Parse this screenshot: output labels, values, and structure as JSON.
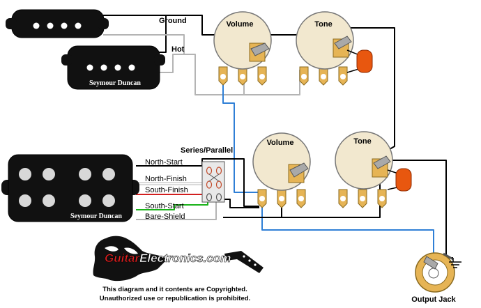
{
  "labels": {
    "ground": "Ground",
    "hot": "Hot",
    "series_parallel": "Series/Parallel",
    "volume_top": "Volume",
    "tone_top": "Tone",
    "volume_bottom": "Volume",
    "tone_bottom": "Tone",
    "north_start": "North-Start",
    "north_finish": "North-Finish",
    "south_finish": "South-Finish",
    "south_start": "South-Start",
    "bare_shield": "Bare-Shield",
    "output_jack": "Output Jack"
  },
  "pickups": {
    "p_brand": "Seymour Duncan",
    "mm_brand": "Seymour Duncan"
  },
  "logo": {
    "site_part1": "Guitar",
    "site_part2": "Electronics.com"
  },
  "copyright": {
    "line1": "This diagram and it contents are Copyrighted.",
    "line2": "Unauthorized use or republication is prohibited."
  },
  "colors": {
    "wire_black": "#000000",
    "wire_gray": "#b4b4b4",
    "wire_blue": "#2f7fd6",
    "wire_red": "#d21f1f",
    "wire_green": "#19b319",
    "pot_body": "#f2e8cf",
    "pot_gold": "#e6b455",
    "capacitor": "#e8570f"
  }
}
